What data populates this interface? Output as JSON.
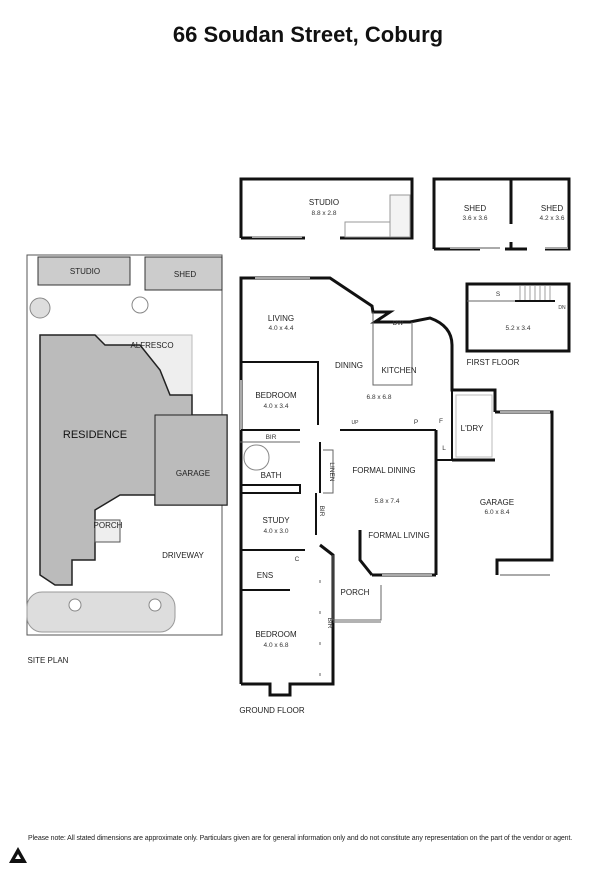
{
  "title": "66 Soudan Street, Coburg",
  "site_plan": {
    "label": "SITE PLAN",
    "studio": "STUDIO",
    "shed": "SHED",
    "alfresco": "ALFRESCO",
    "residence": "RESIDENCE",
    "garage": "GARAGE",
    "porch": "PORCH",
    "driveway": "DRIVEWAY"
  },
  "studio": {
    "name": "STUDIO",
    "dims": "8.8 x 2.8"
  },
  "sheds": [
    {
      "name": "SHED",
      "dims": "3.6 x 3.6"
    },
    {
      "name": "SHED",
      "dims": "4.2 x 3.6"
    }
  ],
  "first_floor": {
    "label": "FIRST FLOOR",
    "s": "S",
    "dn": "DN",
    "dims": "5.2 x 3.4"
  },
  "ground_floor": {
    "label": "GROUND FLOOR",
    "living": {
      "name": "LIVING",
      "dims": "4.0 x 4.4"
    },
    "dining": "DINING",
    "kitchen": "KITCHEN",
    "dw": "DW",
    "kitchen_dims": "6.8 x 6.8",
    "bedroom1": {
      "name": "BEDROOM",
      "dims": "4.0 x 3.4"
    },
    "bir1": "BIR",
    "bath": "BATH",
    "linen": "LINEN",
    "up": "UP",
    "p": "P",
    "f": "F",
    "l": "L",
    "ldry": "L'DRY",
    "formal_dining": "FORMAL DINING",
    "formal_dims": "5.8 x 7.4",
    "formal_living": "FORMAL LIVING",
    "garage": {
      "name": "GARAGE",
      "dims": "6.0 x 8.4"
    },
    "study": {
      "name": "STUDY",
      "dims": "4.0 x 3.0"
    },
    "bir2": "BIR",
    "c": "C",
    "ens": "ENS",
    "porch": "PORCH",
    "bir3": "BIR",
    "bedroom2": {
      "name": "BEDROOM",
      "dims": "4.0 x 6.8"
    }
  },
  "disclaimer": "Please note: All stated dimensions are approximate only. Particulars given are for general information only and do not constitute any representation on the part of the vendor or agent."
}
